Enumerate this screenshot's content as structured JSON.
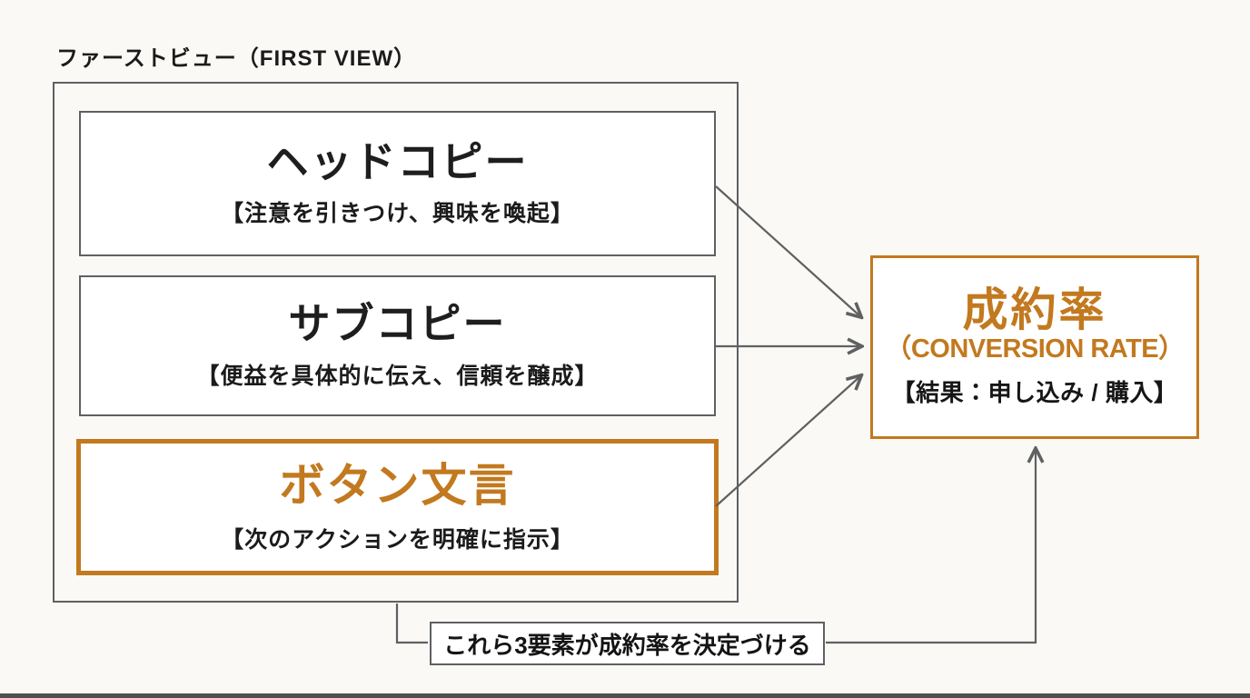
{
  "page": {
    "title": "ファーストビュー（FIRST VIEW）"
  },
  "colors": {
    "accent_orange": "#C2791F",
    "line_gray": "#5f6062",
    "text_black": "#1b1b1b",
    "background": "#FAF9F6"
  },
  "first_view_panel": {
    "items": [
      {
        "id": "head-copy",
        "title": "ヘッドコピー",
        "subtitle": "【注意を引きつけ、興味を喚起】"
      },
      {
        "id": "sub-copy",
        "title": "サブコピー",
        "subtitle": "【便益を具体的に伝え、信頼を醸成】"
      },
      {
        "id": "button-copy",
        "title": "ボタン文言",
        "subtitle": "【次のアクションを明確に指示】"
      }
    ]
  },
  "conversion_box": {
    "title": "成約率",
    "subtitle": "（CONVERSION RATE）",
    "note": "【結果：申し込み / 購入】"
  },
  "footer_label": "これら3要素が成約率を決定づける"
}
